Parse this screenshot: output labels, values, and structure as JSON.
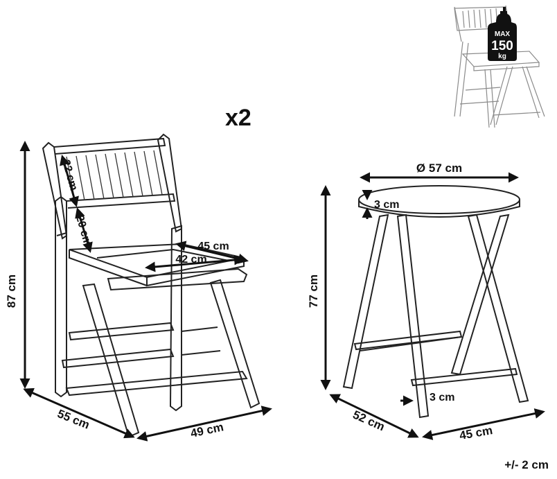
{
  "multiplier": "x2",
  "tolerance": "+/- 2 cm",
  "chair": {
    "height": "87 cm",
    "depth": "55 cm",
    "width": "49 cm",
    "backrest_height": "22 cm",
    "seat_to_backrest": "20 cm",
    "seat_width_front": "45 cm",
    "seat_width_back": "42 cm"
  },
  "table": {
    "diameter": "Ø 57 cm",
    "top_thickness": "3 cm",
    "height": "77 cm",
    "leg_thickness": "3 cm",
    "depth": "52 cm",
    "width": "45 cm"
  },
  "load_badge": {
    "line1": "MAX",
    "line2": "150",
    "line3": "kg"
  },
  "colors": {
    "line": "#222222",
    "inset_line": "#8a8a8a",
    "arrow": "#111111"
  }
}
